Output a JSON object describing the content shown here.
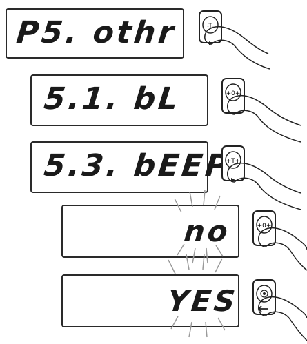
{
  "displays": [
    {
      "text": "P5. othr"
    },
    {
      "text": "5.1. bL"
    },
    {
      "text": "5.3. bEEP"
    },
    {
      "text": "no"
    },
    {
      "text": "YES"
    }
  ],
  "buttons": [
    {
      "glyph": "-T-",
      "icon": "tare-button-icon"
    },
    {
      "glyph": "+0+",
      "icon": "zero-button-icon"
    },
    {
      "glyph": "+T+",
      "icon": "tare-button-icon"
    },
    {
      "glyph": "+0+",
      "icon": "zero-button-icon"
    },
    {
      "glyph": "",
      "icon": "enter-button-icon"
    }
  ]
}
